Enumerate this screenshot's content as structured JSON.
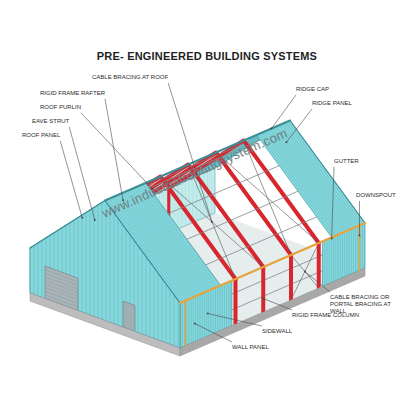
{
  "diagram": {
    "title": "PRE- ENGINEERED BUILDING SYSTEMS",
    "labels": [
      "CABLE BRACING AT ROOF",
      "RIGID FRAME RAFTER",
      "ROOF PURLIN",
      "EAVE STRUT",
      "ROOF PANEL",
      "RIDGE CAP",
      "RIDGE PANEL",
      "GUTTER",
      "DOWNSPOUT",
      "CABLE BRACING OR PORTAL BRACING AT WALL",
      "RIGID FRAME COLUMN",
      "SIDEWALL",
      "WALL PANEL",
      "www.industrialroofingsystem.com"
    ]
  }
}
